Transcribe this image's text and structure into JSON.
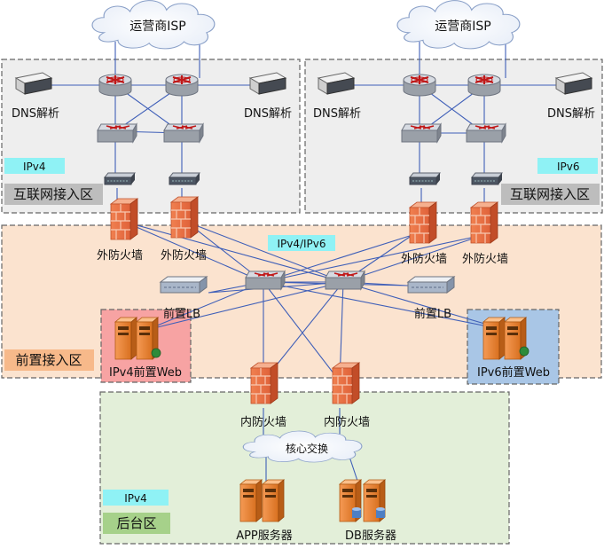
{
  "isp": [
    "运营商ISP",
    "运营商ISP"
  ],
  "dns": [
    "DNS解析",
    "DNS解析",
    "DNS解析",
    "DNS解析"
  ],
  "ip_tags": {
    "left_internet": "IPv4",
    "right_internet": "IPv6",
    "front": "IPv4/IPv6",
    "backend": "IPv4"
  },
  "zones": {
    "internet_left": "互联网接入区",
    "internet_right": "互联网接入区",
    "front": "前置接入区",
    "backend": "后台区"
  },
  "firewalls": {
    "outer": [
      "外防火墙",
      "外防火墙",
      "外防火墙",
      "外防火墙"
    ],
    "inner": [
      "内防火墙",
      "内防火墙"
    ]
  },
  "lb": [
    "前置LB",
    "前置LB"
  ],
  "web": {
    "ipv4": "IPv4前置Web",
    "ipv6": "IPv6前置Web"
  },
  "core": "核心交换",
  "servers": {
    "app": "APP服务器",
    "db": "DB服务器"
  },
  "colors": {
    "zone_internet": "#eeeeee",
    "zone_front": "#fbe3cf",
    "zone_backend": "#e3efd9",
    "tag_cyan": "#8ff2f5",
    "zone_label_gray": "#bdbdbd",
    "zone_label_orange": "#f7b98a",
    "zone_label_green": "#a6d18a",
    "web_ipv4": "#f7a3a3",
    "web_ipv6": "#a9c6e6",
    "link_blue": "#3f5fb8"
  }
}
